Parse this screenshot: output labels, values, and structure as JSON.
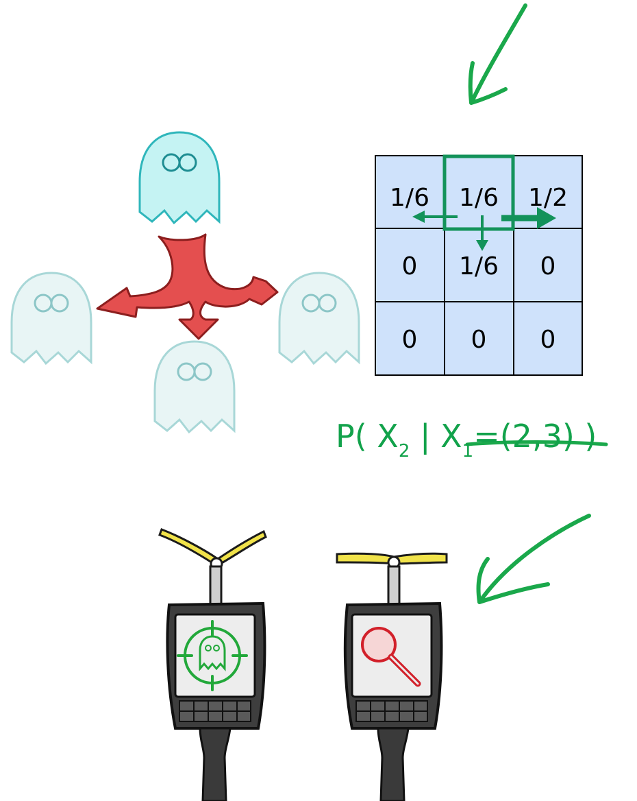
{
  "transition_table": {
    "rows": [
      [
        "1/6",
        "1/6",
        "1/2"
      ],
      [
        "0",
        "1/6",
        "0"
      ],
      [
        "0",
        "0",
        "0"
      ]
    ],
    "cell_color": "#cfe2fb",
    "highlight_color": "#13925a"
  },
  "formula": {
    "prefix": "P( X",
    "x2_sub": "2",
    "bar": " | ",
    "x1": "X",
    "x1_sub": "1",
    "value": "=(2,3)",
    "suffix": " )",
    "color": "#12a24b"
  },
  "ghosts": {
    "center_color": "#7fe3e6",
    "faded_color": "#cfe9ea"
  },
  "detectors": [
    {
      "name": "ghost-sensor",
      "screen_icon": "ghost-target-icon",
      "icon_color": "#22a83a"
    },
    {
      "name": "magnifier-sensor",
      "screen_icon": "magnifying-glass-icon",
      "icon_color": "#d2202a"
    }
  ],
  "annotations": {
    "checkmark_color": "#1aa84b"
  }
}
